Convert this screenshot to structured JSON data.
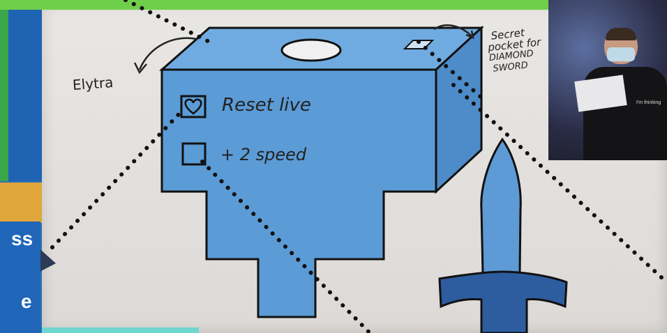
{
  "drawing": {
    "elytra_label": "Elytra",
    "secret_line1": "Secret",
    "secret_line2": "pocket for",
    "secret_line3": "DIAMOND",
    "secret_line4": "SWORD",
    "reset_label": "Reset live",
    "speed_label": "+ 2 speed"
  },
  "slide": {
    "left_card_line1": "ss",
    "left_card_line2": "e"
  },
  "photo": {
    "shirt_text": "I'm thinking"
  },
  "colors": {
    "paper": "#e5e3e0",
    "box_blue": "#5fa0d8",
    "box_blue_dark": "#3f7fc0",
    "sword_blue": "#2f5fa6",
    "dots": "#111111"
  }
}
